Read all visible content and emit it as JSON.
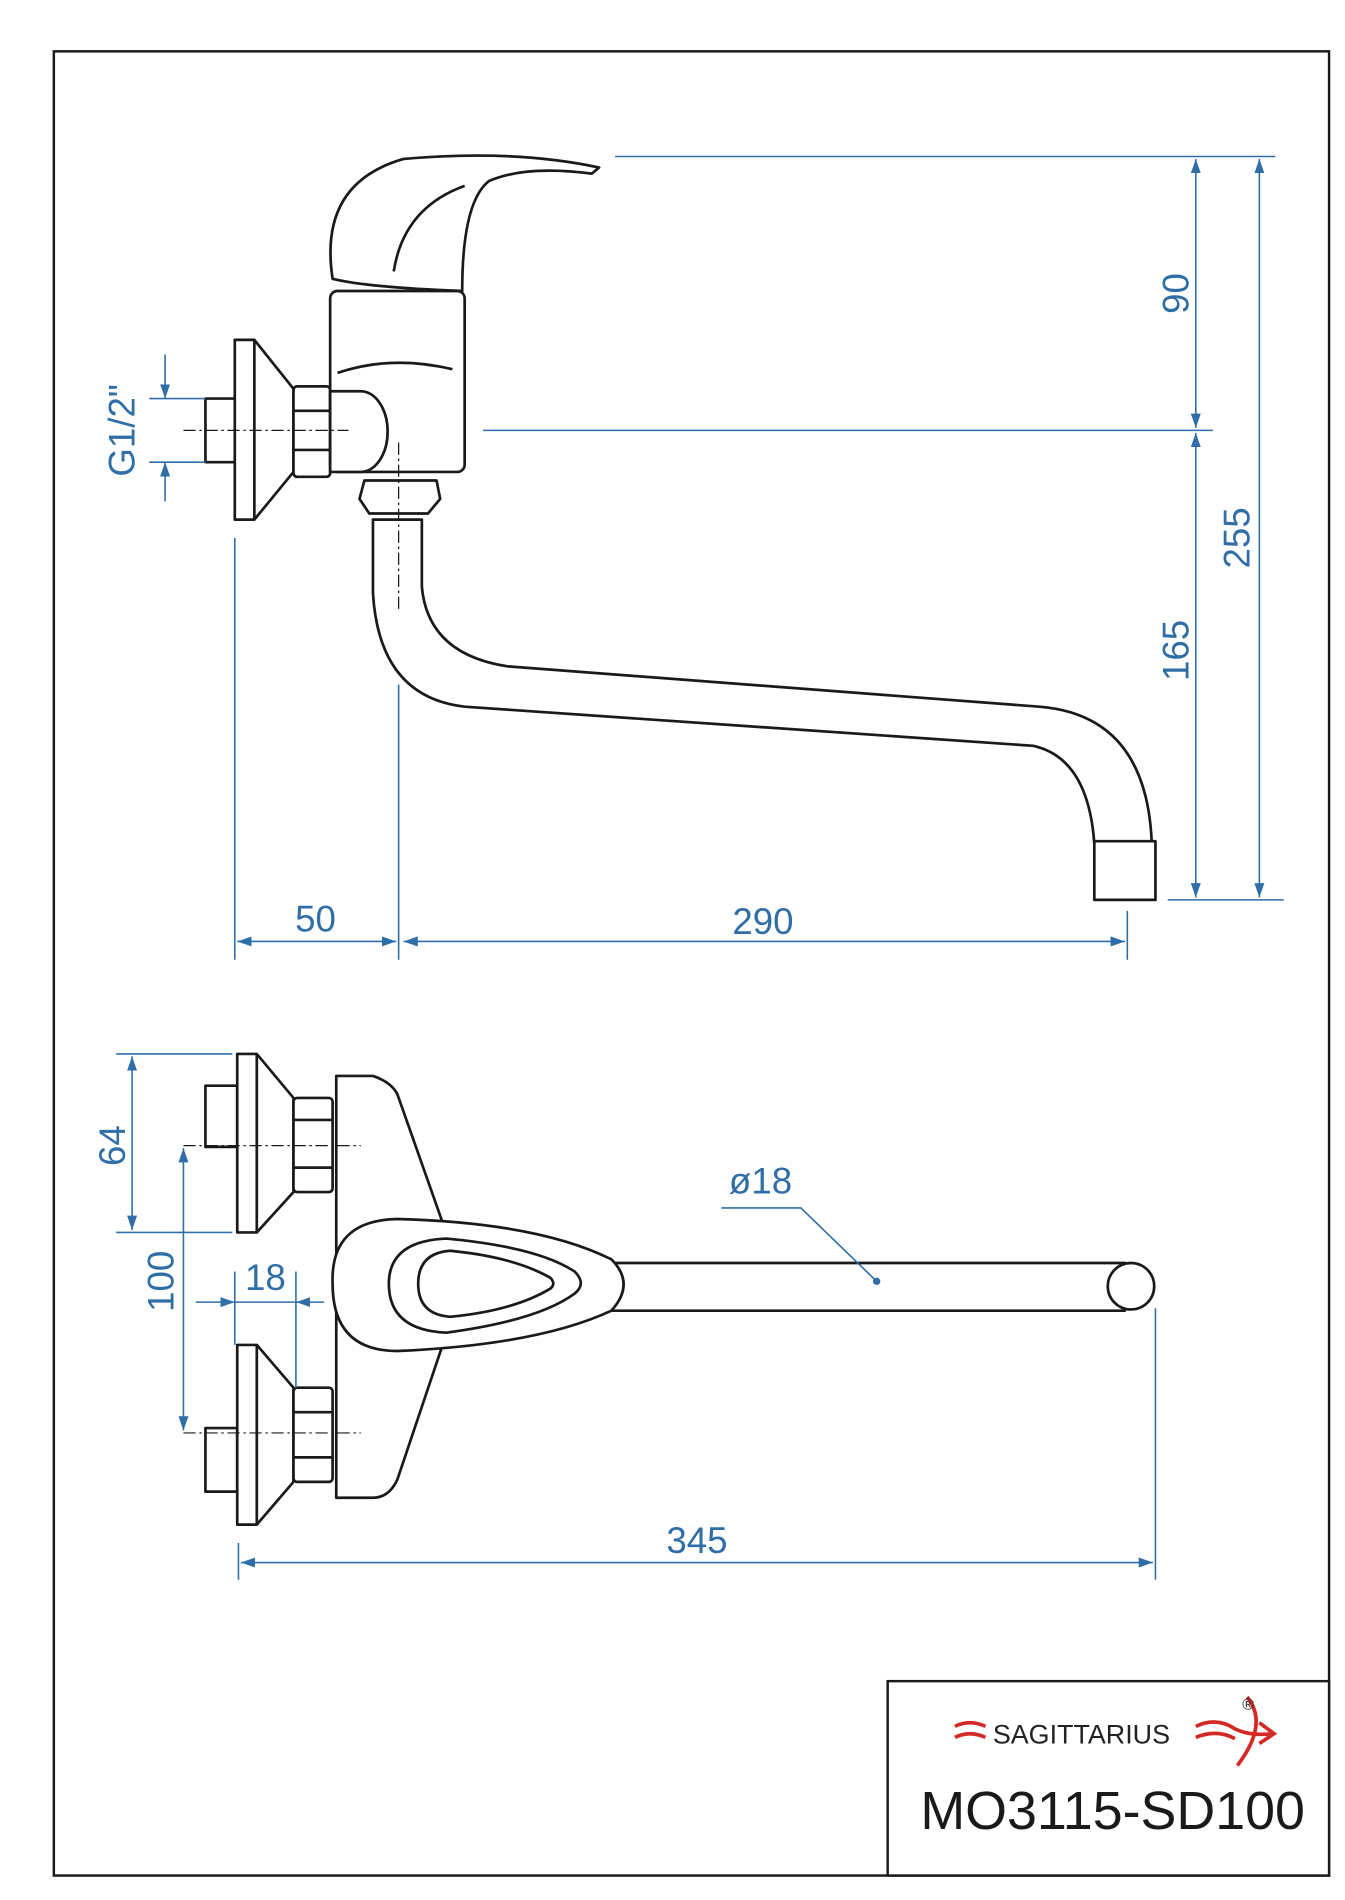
{
  "colors": {
    "dimension": "#2f6ea6",
    "outline": "#1a1a1a",
    "brand_red": "#d42a26"
  },
  "side_view": {
    "dimensions": {
      "thread": "G1/2\"",
      "handle_height": "90",
      "spout_height": "165",
      "total_height": "255",
      "wall_offset": "50",
      "spout_reach": "290"
    }
  },
  "top_view": {
    "dimensions": {
      "flange_diameter": "64",
      "center_distance": "100",
      "nut_width": "18",
      "pipe_diameter": "ø18",
      "total_length": "345"
    }
  },
  "title_block": {
    "brand": "SAGITTARIUS",
    "brand_mark": "®",
    "model": "MO3115-SD100"
  }
}
